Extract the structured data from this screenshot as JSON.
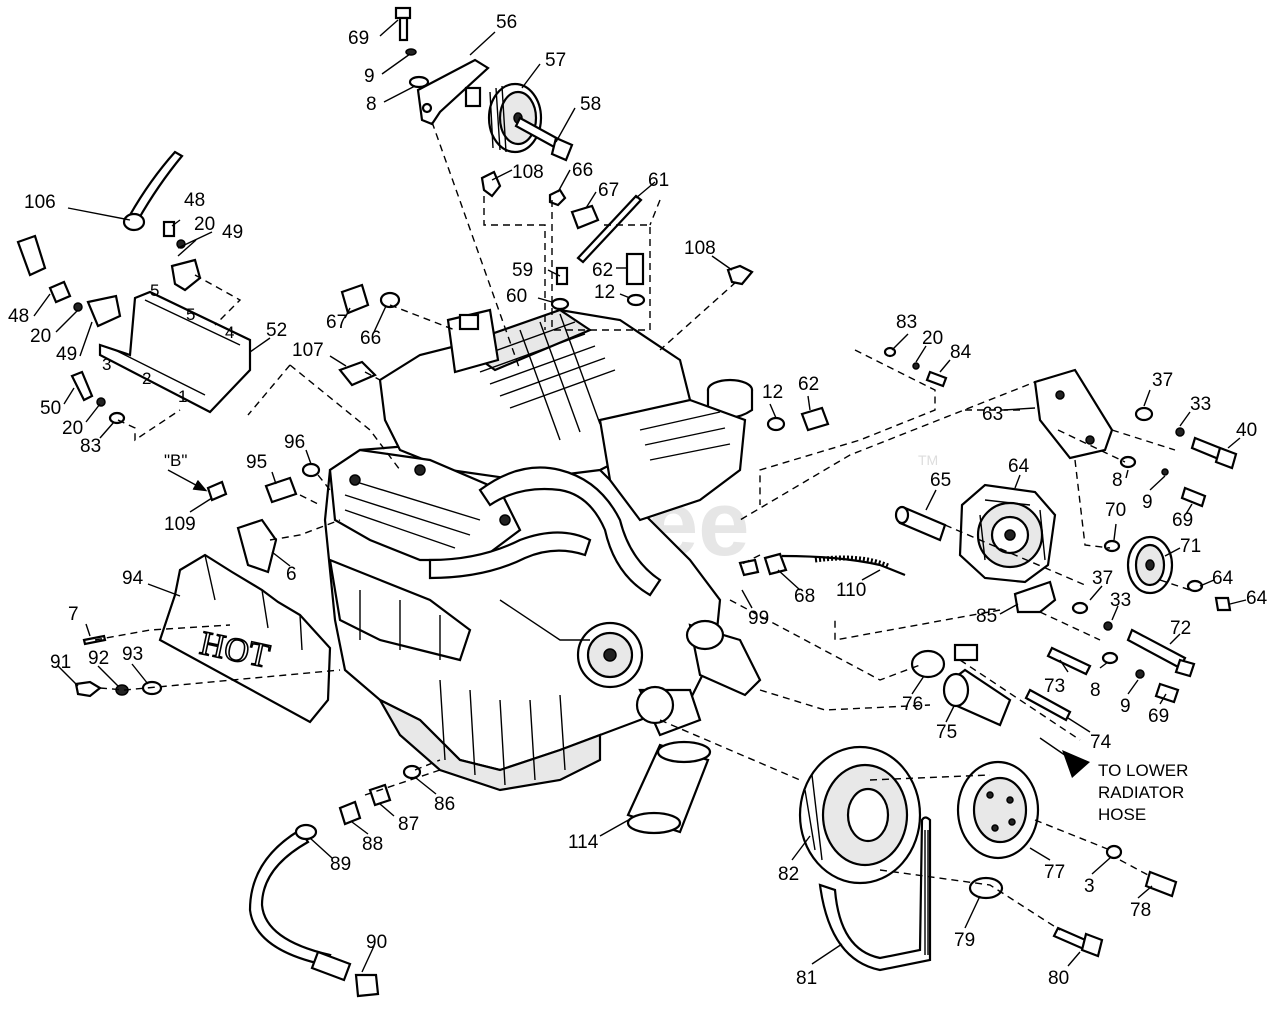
{
  "watermark": {
    "brand": "PartsTree",
    "tm": "TM"
  },
  "plate_text": "HOT",
  "callouts": [
    {
      "id": "c69a",
      "t": "69"
    },
    {
      "id": "c9a",
      "t": "9"
    },
    {
      "id": "c8a",
      "t": "8"
    },
    {
      "id": "c56",
      "t": "56"
    },
    {
      "id": "c57",
      "t": "57"
    },
    {
      "id": "c58",
      "t": "58"
    },
    {
      "id": "c108a",
      "t": "108"
    },
    {
      "id": "c66a",
      "t": "66"
    },
    {
      "id": "c67a",
      "t": "67"
    },
    {
      "id": "c61",
      "t": "61"
    },
    {
      "id": "c106",
      "t": "106"
    },
    {
      "id": "c48a",
      "t": "48"
    },
    {
      "id": "c20a",
      "t": "20"
    },
    {
      "id": "c49a",
      "t": "49"
    },
    {
      "id": "c59",
      "t": "59"
    },
    {
      "id": "c62a",
      "t": "62"
    },
    {
      "id": "c108b",
      "t": "108"
    },
    {
      "id": "c60",
      "t": "60"
    },
    {
      "id": "c12a",
      "t": "12"
    },
    {
      "id": "c48b",
      "t": "48"
    },
    {
      "id": "c20b",
      "t": "20"
    },
    {
      "id": "c49b",
      "t": "49"
    },
    {
      "id": "c52",
      "t": "52"
    },
    {
      "id": "c67b",
      "t": "67"
    },
    {
      "id": "c66b",
      "t": "66"
    },
    {
      "id": "c83a",
      "t": "83"
    },
    {
      "id": "c20c",
      "t": "20"
    },
    {
      "id": "c84",
      "t": "84"
    },
    {
      "id": "c107",
      "t": "107"
    },
    {
      "id": "c50",
      "t": "50"
    },
    {
      "id": "c20d",
      "t": "20"
    },
    {
      "id": "c83b",
      "t": "83"
    },
    {
      "id": "c12b",
      "t": "12"
    },
    {
      "id": "c62b",
      "t": "62"
    },
    {
      "id": "c37a",
      "t": "37"
    },
    {
      "id": "c33a",
      "t": "33"
    },
    {
      "id": "c63",
      "t": "63"
    },
    {
      "id": "c40",
      "t": "40"
    },
    {
      "id": "c96",
      "t": "96"
    },
    {
      "id": "c95",
      "t": "95"
    },
    {
      "id": "c64a",
      "t": "64"
    },
    {
      "id": "c8b",
      "t": "8"
    },
    {
      "id": "c9b",
      "t": "9"
    },
    {
      "id": "c65",
      "t": "65"
    },
    {
      "id": "c109",
      "t": "109"
    },
    {
      "id": "c69b",
      "t": "69"
    },
    {
      "id": "c70",
      "t": "70"
    },
    {
      "id": "c71",
      "t": "71"
    },
    {
      "id": "c6",
      "t": "6"
    },
    {
      "id": "c94",
      "t": "94"
    },
    {
      "id": "c110",
      "t": "110"
    },
    {
      "id": "c68",
      "t": "68"
    },
    {
      "id": "c37b",
      "t": "37"
    },
    {
      "id": "c64b",
      "t": "64"
    },
    {
      "id": "c64c",
      "t": "64"
    },
    {
      "id": "c7",
      "t": "7"
    },
    {
      "id": "c99",
      "t": "99"
    },
    {
      "id": "c85",
      "t": "85"
    },
    {
      "id": "c33b",
      "t": "33"
    },
    {
      "id": "c72",
      "t": "72"
    },
    {
      "id": "c91",
      "t": "91"
    },
    {
      "id": "c92",
      "t": "92"
    },
    {
      "id": "c93",
      "t": "93"
    },
    {
      "id": "c73",
      "t": "73"
    },
    {
      "id": "c8c",
      "t": "8"
    },
    {
      "id": "c76",
      "t": "76"
    },
    {
      "id": "c9c",
      "t": "9"
    },
    {
      "id": "c69c",
      "t": "69"
    },
    {
      "id": "c75",
      "t": "75"
    },
    {
      "id": "c74",
      "t": "74"
    },
    {
      "id": "c86",
      "t": "86"
    },
    {
      "id": "c87",
      "t": "87"
    },
    {
      "id": "c114",
      "t": "114"
    },
    {
      "id": "c88",
      "t": "88"
    },
    {
      "id": "c89",
      "t": "89"
    },
    {
      "id": "c82",
      "t": "82"
    },
    {
      "id": "c77",
      "t": "77"
    },
    {
      "id": "c3",
      "t": "3"
    },
    {
      "id": "c78",
      "t": "78"
    },
    {
      "id": "c79",
      "t": "79"
    },
    {
      "id": "c90",
      "t": "90"
    },
    {
      "id": "c81",
      "t": "81"
    },
    {
      "id": "c80",
      "t": "80"
    }
  ],
  "view_label": "\"B\"",
  "radiator_note": [
    "TO LOWER",
    "RADIATOR",
    "HOSE"
  ]
}
